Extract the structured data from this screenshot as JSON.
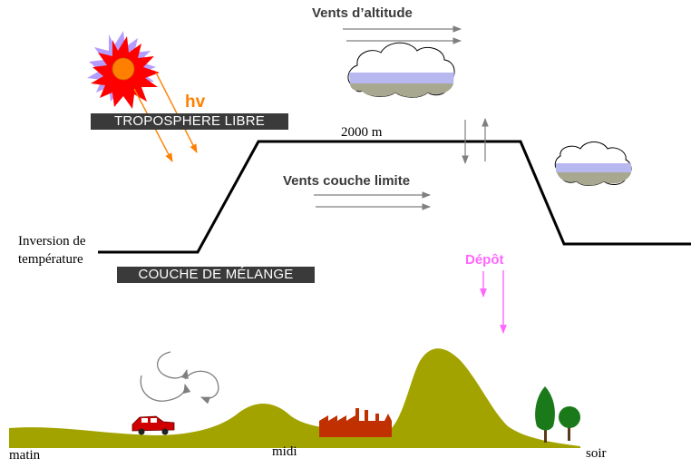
{
  "labels": {
    "vents_altitude": "Vents d’altitude",
    "hv": "hv",
    "troposphere": "TROPOSPHERE LIBRE",
    "altitude_2000": "2000 m",
    "vents_couche_limite": "Vents couche limite",
    "inversion_line1": "Inversion de",
    "inversion_line2": "température",
    "couche_melange": "COUCHE DE MÉLANGE",
    "depot": "Dépôt",
    "matin": "matin",
    "midi": "midi",
    "soir": "soir"
  },
  "colors": {
    "ground": "#a3a300",
    "arrow_gray": "#7f7f7f",
    "sun_red": "#ff0000",
    "sun_orange": "#ff8000",
    "sun_violet": "#b59cff",
    "hv_orange": "#ff8000",
    "depot_pink": "#ff66ff",
    "tag_bg": "#3a3a3a",
    "factory": "#c03000",
    "car": "#d00000",
    "tree": "#1a7a1a",
    "cloud_blue": "#b8b8f0",
    "cloud_gray": "#a8a890"
  },
  "icons": [
    "sun-icon",
    "cloud-icon",
    "car-icon",
    "factory-icon",
    "tree-icon",
    "swirl-icon"
  ]
}
